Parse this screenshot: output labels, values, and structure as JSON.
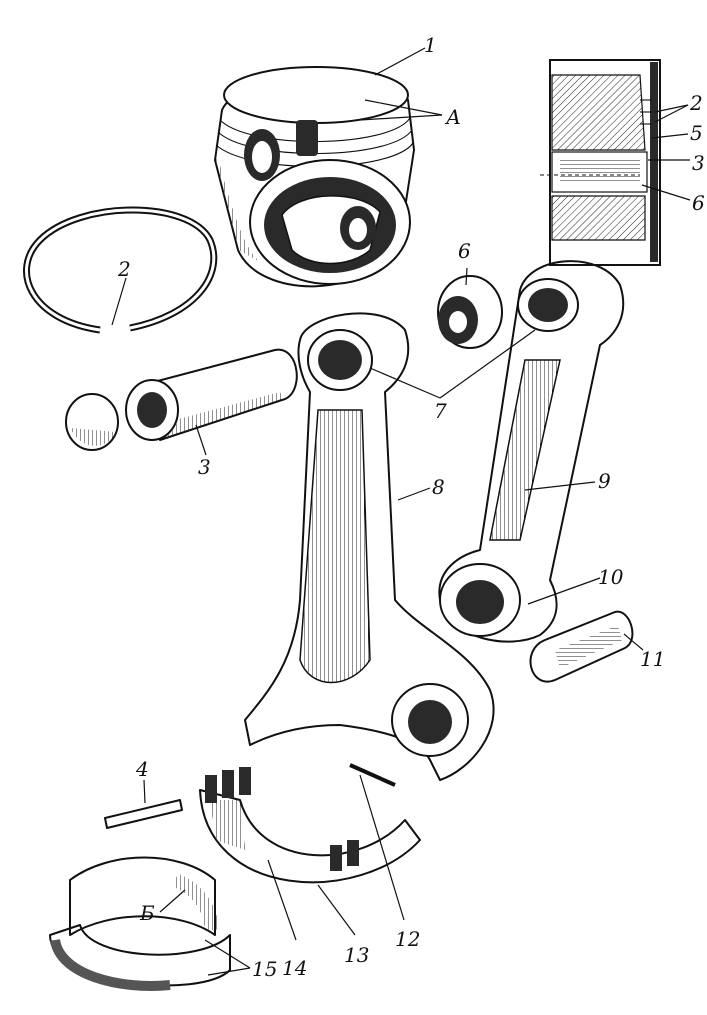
{
  "labels": {
    "l1": "1",
    "lA": "А",
    "l2a": "2",
    "l2b": "2",
    "l5": "5",
    "l3a": "3",
    "l6a": "6",
    "l6b": "6",
    "l3b": "3",
    "l7": "7",
    "l8": "8",
    "l9": "9",
    "l10": "10",
    "l11": "11",
    "l4": "4",
    "l12": "12",
    "l13": "13",
    "l14": "14",
    "l15": "15",
    "lB": "Б"
  }
}
